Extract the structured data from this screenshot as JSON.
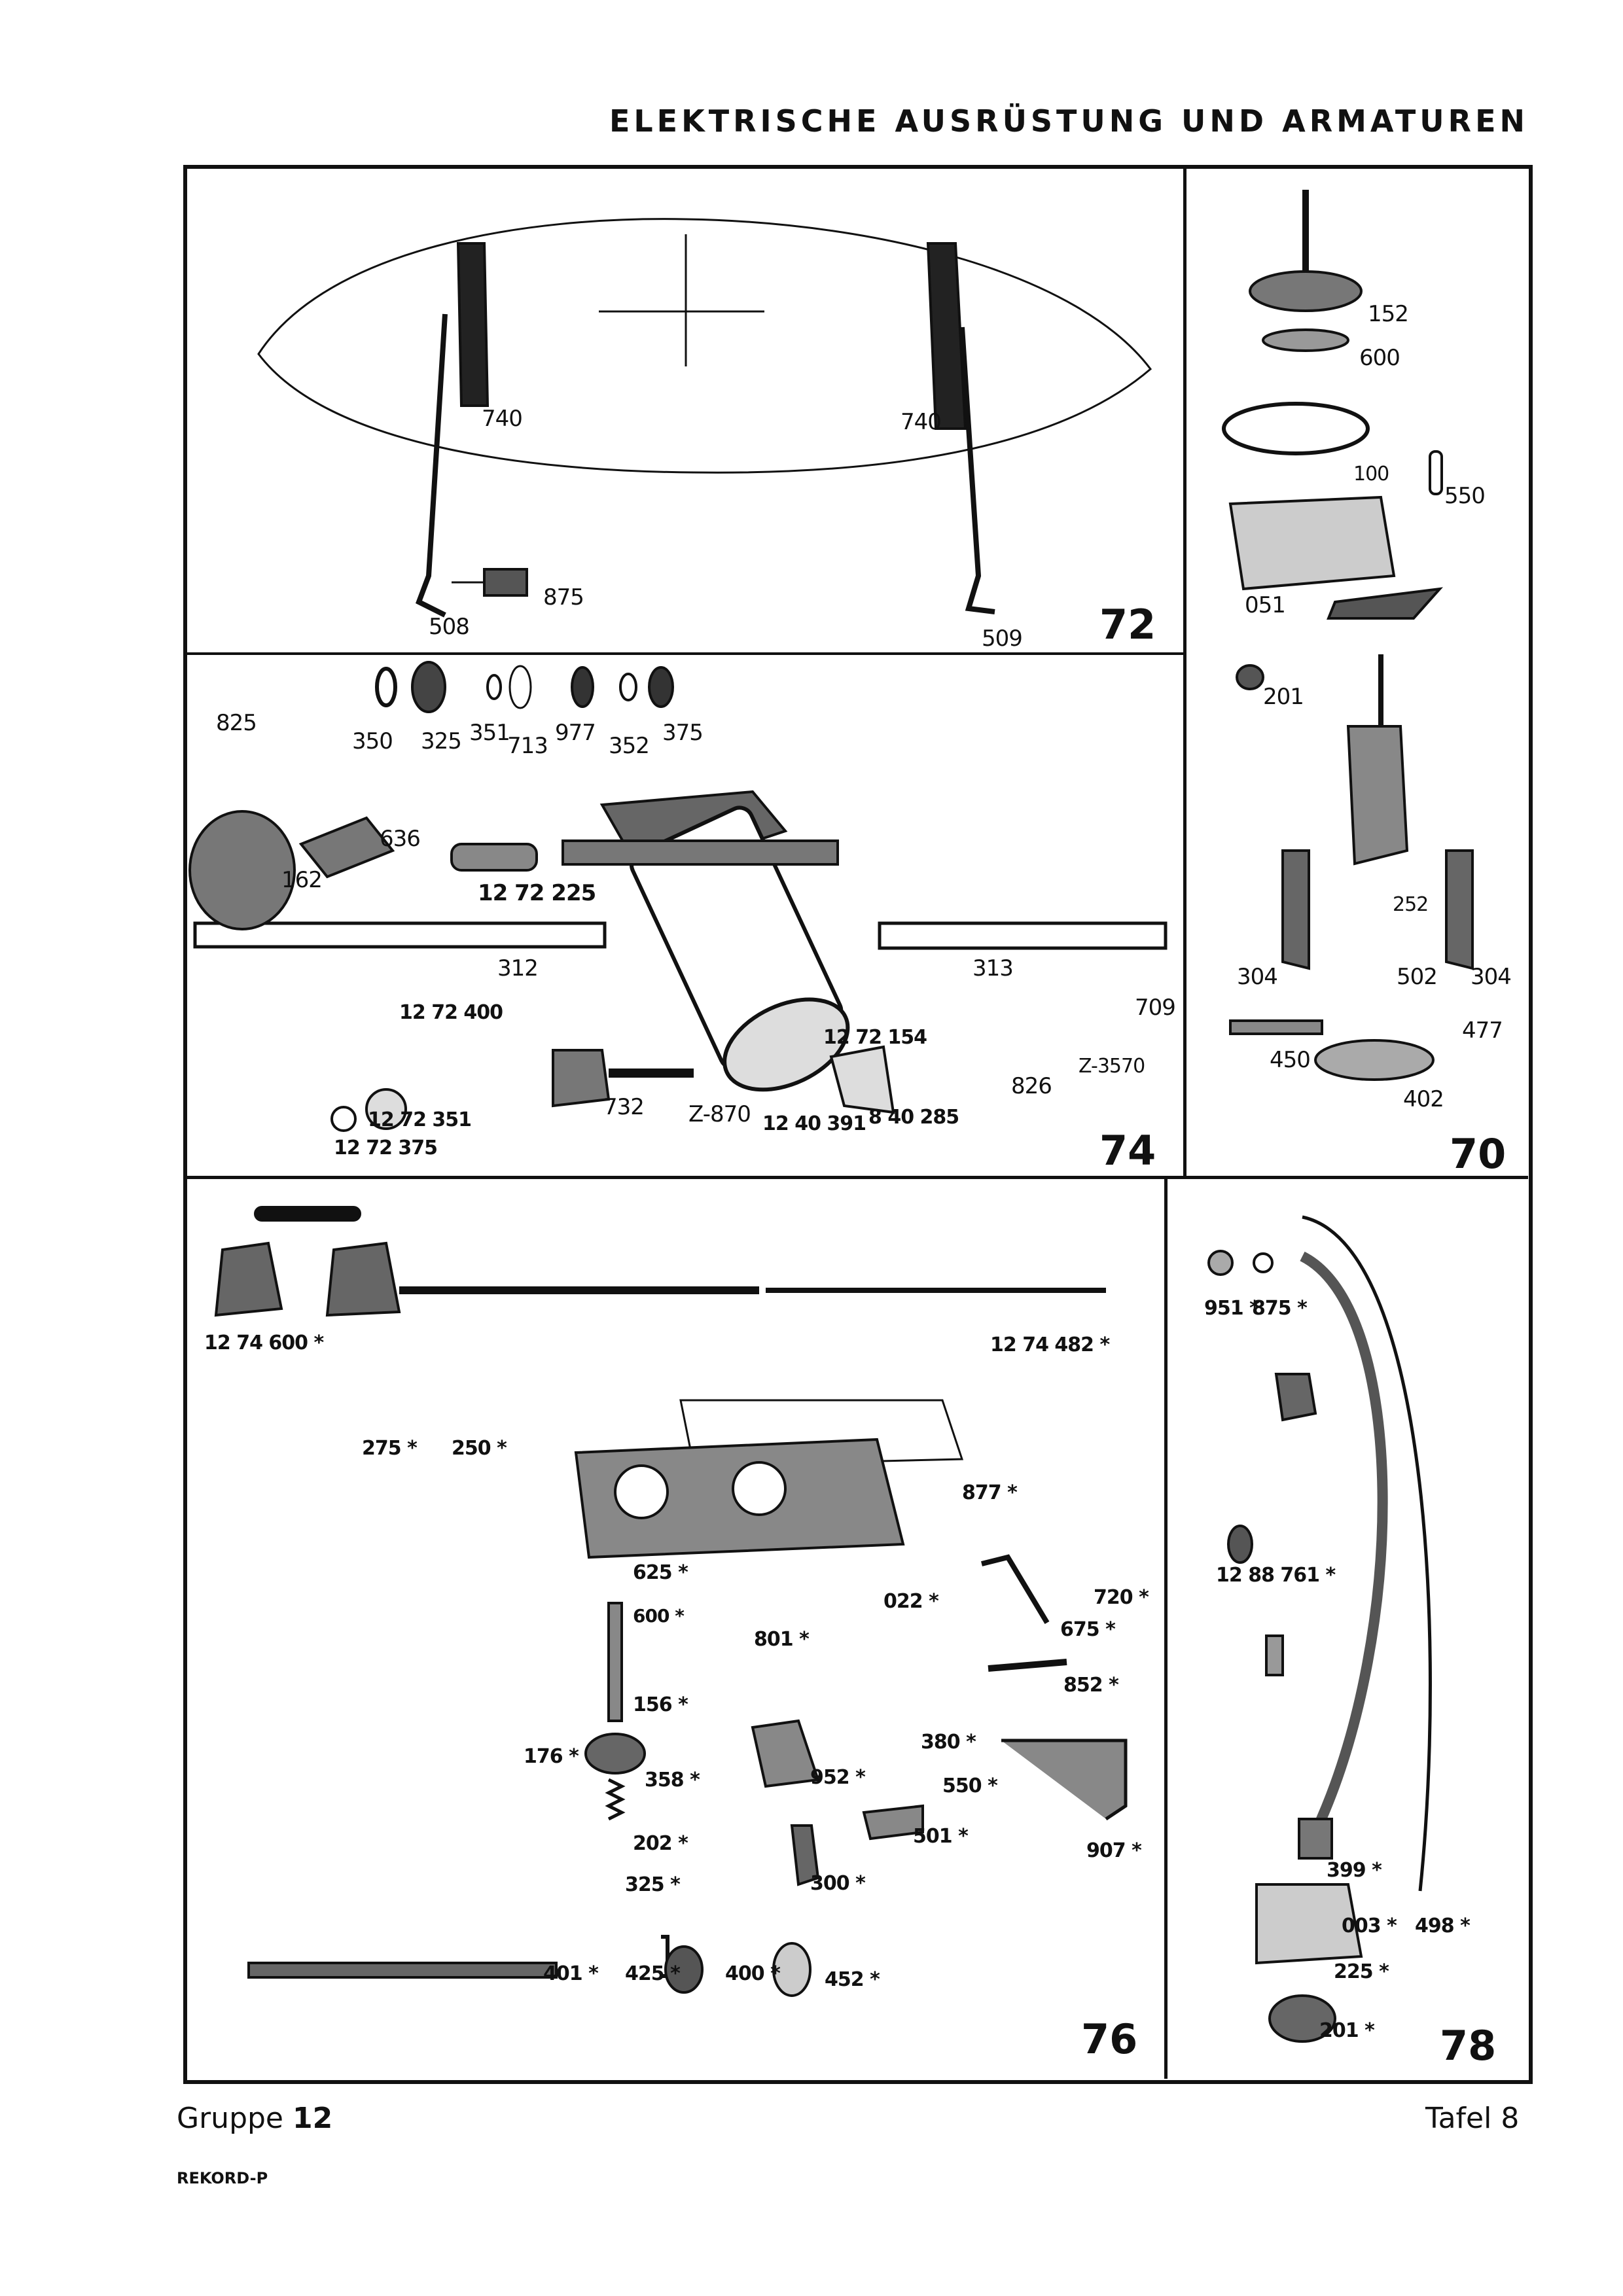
{
  "header": {
    "title": "ELEKTRISCHE AUSRÜSTUNG UND ARMATUREN"
  },
  "panels": {
    "p72": {
      "number": "72",
      "labels": [
        "740",
        "740",
        "875",
        "508",
        "509"
      ]
    },
    "p74": {
      "number": "74",
      "labels": [
        "825",
        "350",
        "325",
        "351",
        "713",
        "977",
        "352",
        "375",
        "636",
        "162",
        "12 72 225",
        "312",
        "313",
        "12 72 400",
        "709",
        "12 72 154",
        "12 72 351",
        "12 72 375",
        "732",
        "Z-870",
        "12 40 391",
        "8 40 285",
        "Z-3570",
        "826"
      ]
    },
    "p70": {
      "number": "70",
      "labels": [
        "152",
        "600",
        "100",
        "550",
        "051",
        "201",
        "252",
        "304",
        "502",
        "304",
        "477",
        "450",
        "402"
      ]
    },
    "p76": {
      "number": "76",
      "labels": [
        "12 74 600 *",
        "12 74 482 *",
        "275 *",
        "250 *",
        "877 *",
        "625 *",
        "600 *",
        "801 *",
        "022 *",
        "720 *",
        "675 *",
        "852 *",
        "156 *",
        "380 *",
        "176 *",
        "358 *",
        "952 *",
        "550 *",
        "501 *",
        "907 *",
        "202 *",
        "325 *",
        "300 *",
        "401 *",
        "425 *",
        "400 *",
        "452 *"
      ]
    },
    "p78": {
      "number": "78",
      "labels": [
        "951 *",
        "875 *",
        "12 88 761 *",
        "399 *",
        "003 *",
        "498 *",
        "225 *",
        "201 *"
      ]
    }
  },
  "footer": {
    "group_label": "Gruppe",
    "group_number": "12",
    "plate_label": "Tafel",
    "plate_number": "8",
    "model": "REKORD-P"
  }
}
